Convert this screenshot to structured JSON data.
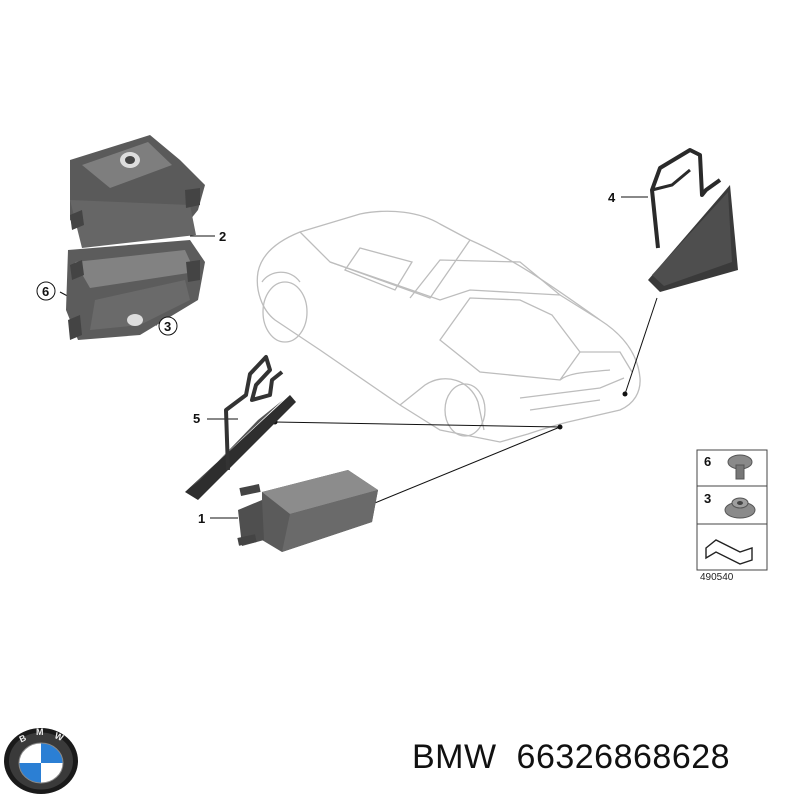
{
  "diagram": {
    "callouts": [
      {
        "id": "1",
        "label": "1",
        "part": "radar-sensor"
      },
      {
        "id": "2",
        "label": "2",
        "part": "bracket-upper"
      },
      {
        "id": "3",
        "label": "3",
        "part": "nut"
      },
      {
        "id": "4",
        "label": "4",
        "part": "holder-right"
      },
      {
        "id": "5",
        "label": "5",
        "part": "holder-left"
      },
      {
        "id": "6",
        "label": "6",
        "part": "screw"
      }
    ],
    "legend": {
      "items": [
        {
          "label": "6",
          "icon": "screw-icon"
        },
        {
          "label": "3",
          "icon": "nut-icon"
        },
        {
          "label": "",
          "icon": "bracket-symbol-icon"
        }
      ],
      "figure_id": "490540"
    }
  },
  "caption": {
    "brand": "BMW",
    "part_number": "66326868628"
  },
  "colors": {
    "part_dark": "#4a4a4a",
    "part_mid": "#6e6e6e",
    "part_light": "#9a9a9a",
    "car_outline": "#b9b9b9",
    "logo_blue": "#2b7fd4"
  }
}
